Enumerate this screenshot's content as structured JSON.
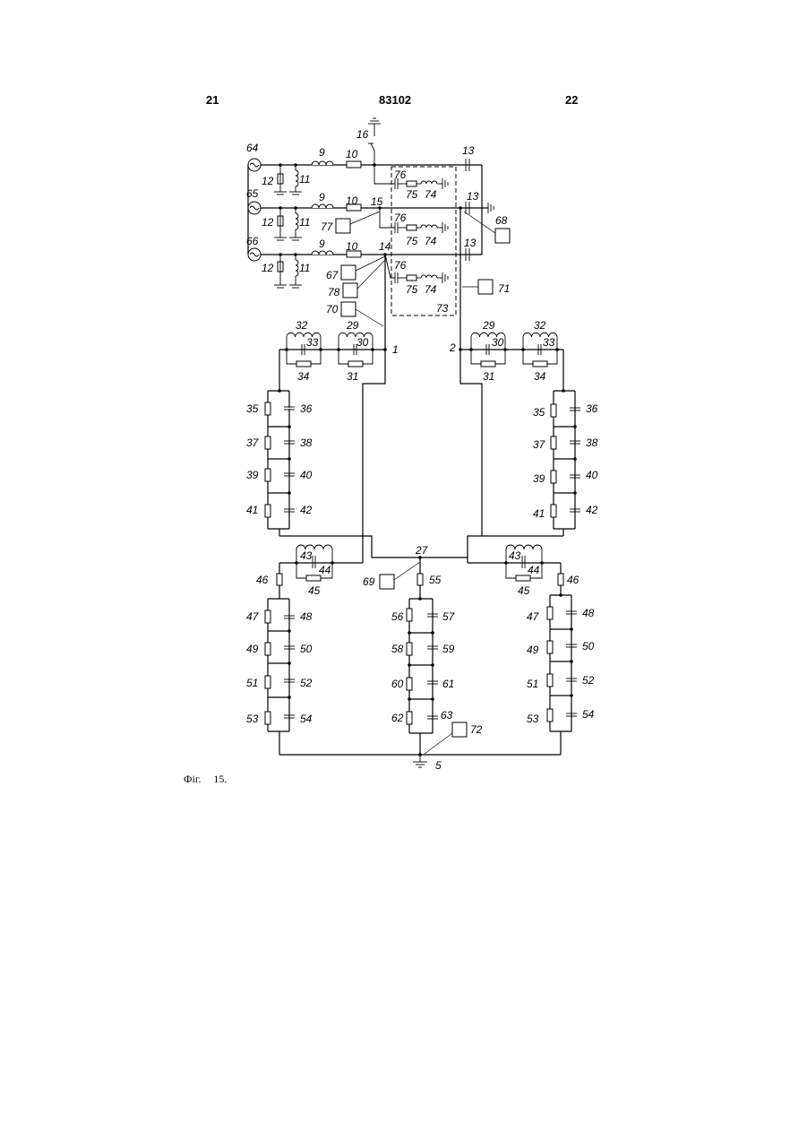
{
  "header": {
    "page_left": "21",
    "patent_number": "83102",
    "page_right": "22"
  },
  "caption": {
    "fig": "Фіг.",
    "number": "15."
  },
  "diagram": {
    "sources": [
      "64",
      "65",
      "66"
    ],
    "line_labels": [
      "9",
      "10",
      "11",
      "12",
      "13",
      "14",
      "15",
      "16"
    ],
    "filter_labels": [
      "76",
      "75",
      "74",
      "73"
    ],
    "block_labels": [
      "67",
      "68",
      "69",
      "70",
      "71",
      "72",
      "77",
      "78"
    ],
    "nodes": [
      "1",
      "2",
      "5",
      "27"
    ],
    "arm_labels": [
      "29",
      "30",
      "31",
      "32",
      "33",
      "34",
      "35",
      "36",
      "37",
      "38",
      "39",
      "40",
      "41",
      "42",
      "43",
      "44",
      "45",
      "46",
      "47",
      "48",
      "49",
      "50",
      "51",
      "52",
      "53",
      "54",
      "55",
      "56",
      "57",
      "58",
      "59",
      "60",
      "61",
      "62",
      "63"
    ]
  }
}
